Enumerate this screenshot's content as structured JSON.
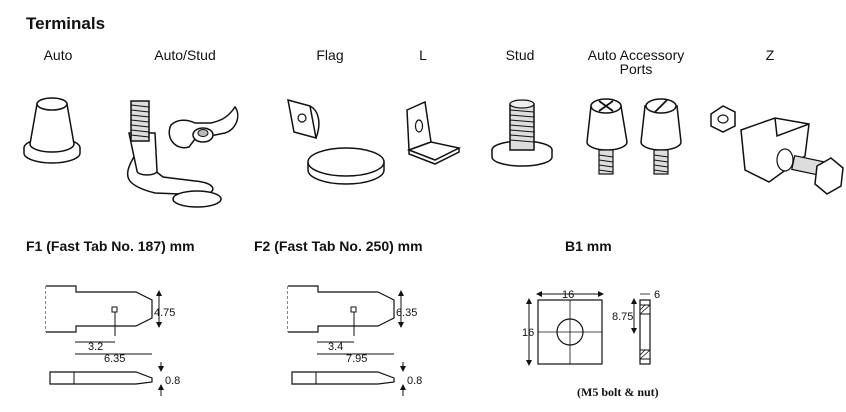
{
  "title": "Terminals",
  "terminals": [
    {
      "label": "Auto"
    },
    {
      "label": "Auto/Stud"
    },
    {
      "label": "Flag"
    },
    {
      "label": "L"
    },
    {
      "label": "Stud"
    },
    {
      "label": "Auto Accessory Ports"
    },
    {
      "label": "Z"
    }
  ],
  "drawings": {
    "f1": {
      "title": "F1 (Fast Tab No. 187) mm",
      "dims": {
        "width": "4.75",
        "offset": "3.2",
        "length": "6.35",
        "thickness": "0.8"
      }
    },
    "f2": {
      "title": "F2 (Fast Tab No. 250) mm",
      "dims": {
        "width": "6.35",
        "offset": "3.4",
        "length": "7.95",
        "thickness": "0.8"
      }
    },
    "b1": {
      "title": "B1 mm",
      "dims": {
        "width": "16",
        "height": "16",
        "hole_offset": "8.75",
        "thickness": "6"
      },
      "note": "(M5 bolt & nut)"
    }
  }
}
